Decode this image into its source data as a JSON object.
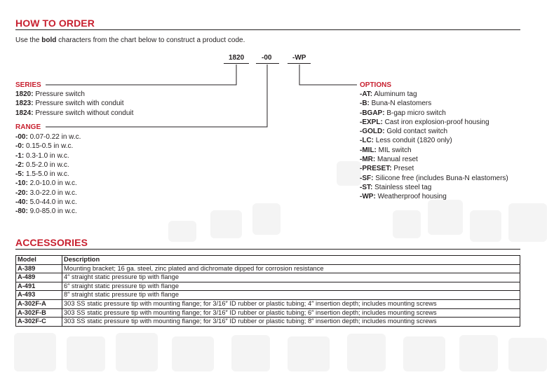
{
  "order": {
    "title": "HOW TO ORDER",
    "intro_pre": "Use the ",
    "intro_bold": "bold",
    "intro_post": " characters from the chart below to construct a product code.",
    "code_parts": [
      "1820",
      "-00",
      "-WP"
    ]
  },
  "series": {
    "label": "SERIES",
    "items": [
      {
        "code": "1820:",
        "desc": "Pressure switch"
      },
      {
        "code": "1823:",
        "desc": "Pressure switch with conduit"
      },
      {
        "code": "1824:",
        "desc": "Pressure switch without conduit"
      }
    ]
  },
  "range": {
    "label": "RANGE",
    "items": [
      {
        "code": "-00:",
        "desc": "0.07-0.22 in w.c."
      },
      {
        "code": "-0:",
        "desc": "0.15-0.5 in w.c."
      },
      {
        "code": "-1:",
        "desc": "0.3-1.0 in w.c."
      },
      {
        "code": "-2:",
        "desc": "0.5-2.0 in w.c."
      },
      {
        "code": "-5:",
        "desc": "1.5-5.0 in w.c."
      },
      {
        "code": "-10:",
        "desc": "2.0-10.0 in w.c."
      },
      {
        "code": "-20:",
        "desc": "3.0-22.0 in w.c."
      },
      {
        "code": "-40:",
        "desc": "5.0-44.0 in w.c."
      },
      {
        "code": "-80:",
        "desc": "9.0-85.0 in w.c."
      }
    ]
  },
  "options": {
    "label": "OPTIONS",
    "items": [
      {
        "code": "-AT:",
        "desc": "Aluminum tag"
      },
      {
        "code": "-B:",
        "desc": "Buna-N elastomers"
      },
      {
        "code": "-BGAP:",
        "desc": "B-gap micro switch"
      },
      {
        "code": "-EXPL:",
        "desc": "Cast iron explosion-proof housing"
      },
      {
        "code": "-GOLD:",
        "desc": "Gold contact switch"
      },
      {
        "code": "-LC:",
        "desc": "Less conduit (1820 only)"
      },
      {
        "code": "-MIL:",
        "desc": "MIL switch"
      },
      {
        "code": "-MR:",
        "desc": "Manual reset"
      },
      {
        "code": "-PRESET:",
        "desc": "Preset"
      },
      {
        "code": "-SF:",
        "desc": "Silicone free (includes Buna-N elastomers)"
      },
      {
        "code": "-ST:",
        "desc": "Stainless steel tag"
      },
      {
        "code": "-WP:",
        "desc": "Weatherproof housing"
      }
    ]
  },
  "accessories": {
    "title": "ACCESSORIES",
    "headers": [
      "Model",
      "Description"
    ],
    "rows": [
      [
        "A-389",
        "Mounting bracket; 16 ga. steel, zinc plated and dichromate dipped for corrosion resistance"
      ],
      [
        "A-489",
        "4″ straight static pressure tip with flange"
      ],
      [
        "A-491",
        "6″ straight static pressure tip with flange"
      ],
      [
        "A-493",
        "8″ straight static pressure tip with flange"
      ],
      [
        "A-302F-A",
        "303 SS static pressure tip with mounting flange; for 3/16″ ID rubber or plastic tubing; 4″ insertion depth; includes mounting screws"
      ],
      [
        "A-302F-B",
        "303 SS static pressure tip with mounting flange; for 3/16″ ID rubber or plastic tubing; 6″ insertion depth; includes mounting screws"
      ],
      [
        "A-302F-C",
        "303 SS static pressure tip with mounting flange; for 3/16″ ID rubber or plastic tubing; 8″ insertion depth; includes mounting screws"
      ]
    ]
  },
  "colors": {
    "heading_red": "#c8202f",
    "text": "#231f20",
    "background_tile": "#f4f4f4"
  }
}
